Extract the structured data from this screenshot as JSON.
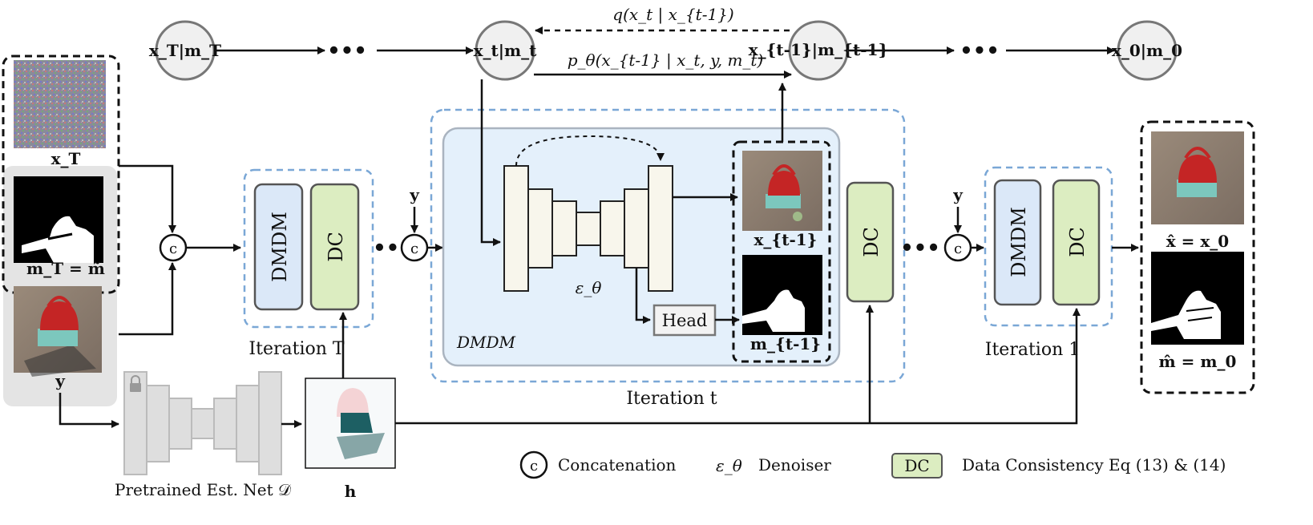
{
  "chain": {
    "nodes": [
      "x_T|m_T",
      "x_t|m_t",
      "x_{t-1}|m_{t-1}",
      "x_0|m_0"
    ],
    "ellipsis": "•••",
    "forward_label": "q(x_t | x_{t-1})",
    "reverse_label": "p_θ(x_{t-1} | x_t, y, m_t)"
  },
  "inputs": {
    "xT_label": "x_T",
    "mT_label": "m_T = m̃",
    "y_label": "y"
  },
  "concat_symbol": "c",
  "iteration_T": {
    "label": "Iteration T",
    "dmdm": "DMDM",
    "dc": "DC"
  },
  "iteration_t": {
    "label": "Iteration t",
    "dmdm_caption": "DMDM",
    "denoiser_symbol": "ε_θ",
    "head": "Head",
    "x_out_label": "x_{t-1}",
    "m_out_label": "m_{t-1}",
    "dc": "DC",
    "y_input": "y"
  },
  "iteration_1": {
    "label": "Iteration 1",
    "dmdm": "DMDM",
    "dc": "DC",
    "y_input": "y"
  },
  "outputs": {
    "x_label": "x̂ = x_0",
    "m_label": "m̂ = m_0"
  },
  "estimator": {
    "label": "Pretrained Est. Net 𝒟",
    "h_label": "h",
    "lock": "lock-icon"
  },
  "legend": {
    "concat": "Concatenation",
    "denoiser_symbol": "ε_θ",
    "denoiser": "Denoiser",
    "dc_symbol": "DC",
    "dc_text": "Data Consistency Eq (13) & (14)"
  },
  "colors": {
    "dmdm_fill": "#dbe8f8",
    "dc_fill": "#dcedc1",
    "dmdm_panel": "#e4f0fb",
    "dashed_blue": "#7aa7d6",
    "node_fill": "#f0f0f0",
    "unet_fill": "#f8f6ec",
    "estimator_fill": "#dedede"
  }
}
